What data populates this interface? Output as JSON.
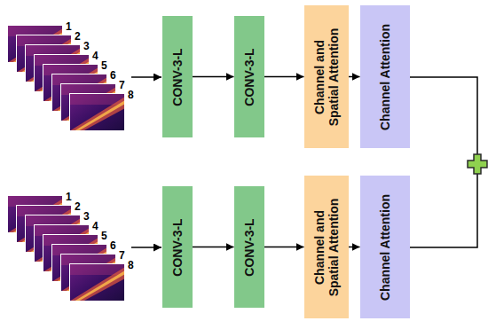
{
  "diagram": {
    "nodes": [
      {
        "text": [
          "CONV-3-L"
        ]
      },
      {
        "text": [
          "CONV-3-L"
        ]
      },
      {
        "text": [
          "Channel and Spatial Attention"
        ]
      },
      {
        "text": [
          "Channel Attention"
        ]
      },
      {
        "text": [
          "CONV-3-L"
        ]
      },
      {
        "text": [
          "CONV-3-L"
        ]
      },
      {
        "text": [
          "Channel and Spatial Attention"
        ]
      },
      {
        "text": [
          "Channel Attention"
        ]
      }
    ],
    "edges": [
      {
        "from": 0,
        "to": 1,
        "arrow": "to"
      },
      {
        "from": 1,
        "to": 2,
        "arrow": "to"
      },
      {
        "from": 2,
        "to": 3,
        "arrow": "to"
      },
      {
        "from": 4,
        "to": 5,
        "arrow": "to"
      },
      {
        "from": 5,
        "to": 6,
        "arrow": "to"
      },
      {
        "from": 6,
        "to": 7,
        "arrow": "to"
      }
    ],
    "labels": [
      "1",
      "2",
      "3",
      "4",
      "5",
      "6",
      "7",
      "8",
      "1",
      "2",
      "3",
      "4",
      "5",
      "6",
      "7",
      "8"
    ]
  }
}
